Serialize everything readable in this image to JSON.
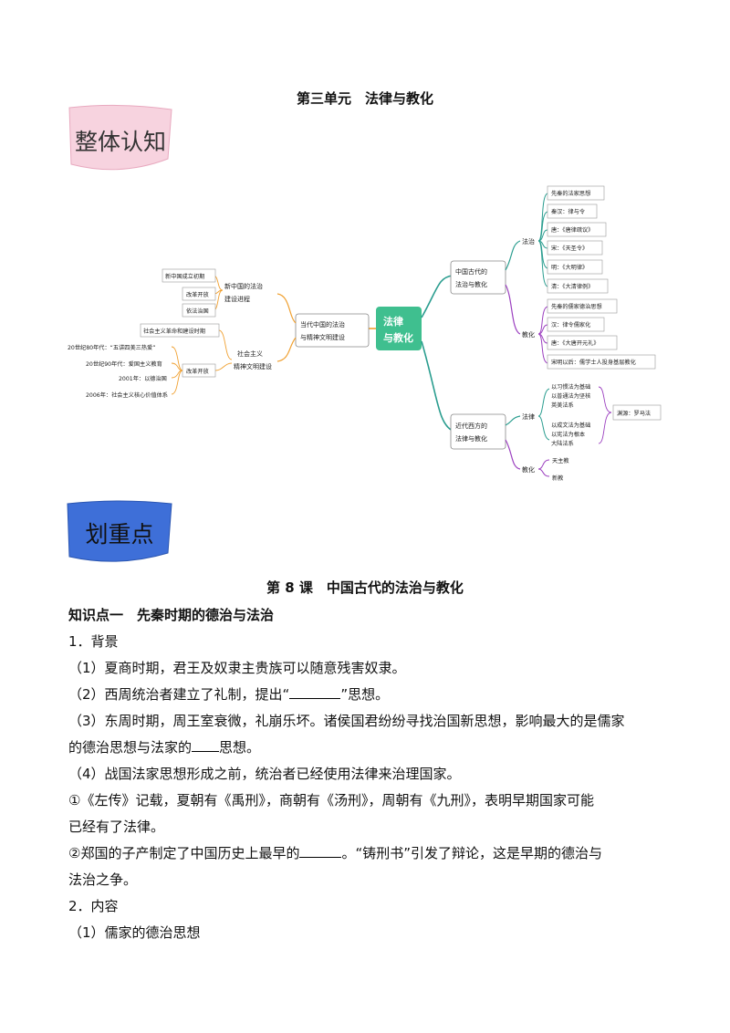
{
  "unit_title": "第三单元　法律与教化",
  "banners": {
    "overview": "整体认知",
    "keypoints": "划重点"
  },
  "mindmap": {
    "center": [
      "法律",
      "与教化"
    ],
    "ancient": {
      "label": [
        "中国古代的",
        "法治与教化"
      ],
      "fazhi": {
        "label": "法治",
        "items": [
          "先秦的法家思想",
          "秦汉：律与令",
          "唐：《唐律疏议》",
          "宋：《天圣令》",
          "明：《大明律》",
          "清：《大清律例》"
        ]
      },
      "jiaohua": {
        "label": "教化",
        "items": [
          "先秦的儒家德治思想",
          "汉：律令儒家化",
          "唐：《大唐开元礼》",
          "宋明以后：儒学士人投身基层教化"
        ]
      }
    },
    "western": {
      "label": [
        "近代西方的",
        "法律与教化"
      ],
      "falv": {
        "label": "法律",
        "items": [
          "以习惯法为基础",
          "以普通法为坚核",
          "英美法系",
          "以成文法为基础",
          "以宪法为根本",
          "大陆法系"
        ],
        "origin": "渊源：罗马法"
      },
      "jiaohua": {
        "label": "教化",
        "items": [
          "天主教",
          "新教"
        ]
      }
    },
    "contemporary": {
      "label": [
        "当代中国的法治",
        "与精神文明建设"
      ],
      "law": {
        "label": [
          "新中国的法治",
          "建设进程"
        ],
        "items": [
          "新中国成立初期",
          "改革开放",
          "依法治国"
        ]
      },
      "culture": {
        "label": [
          "社会主义",
          "精神文明建设"
        ],
        "early": "社会主义革命和建设时期",
        "reform": "改革开放",
        "items": [
          "20世纪80年代：“五讲四美三热爱”",
          "20世纪90年代：爱国主义教育",
          "2001年：以德治国",
          "2006年：社会主义核心价值体系"
        ]
      }
    }
  },
  "lesson_title": "第 8 课　中国古代的法治与教化",
  "content": {
    "kp1": "知识点一　先秦时期的德治与法治",
    "s1": "1．背景",
    "p1": "（1）夏商时期，君王及奴隶主贵族可以随意残害奴隶。",
    "p2a": "（2）西周统治者建立了礼制，提出“",
    "p2b": "”思想。",
    "p3a": "（3）东周时期，周王室衰微，礼崩乐坏。诸侯国君纷纷寻找治国新思想，影响最大的是儒家",
    "p3b": "的德治思想与法家的",
    "p3c": "思想。",
    "p4": "（4）战国法家思想形成之前，统治者已经使用法律来治理国家。",
    "p5a": "①《左传》记载，夏朝有《禹刑》，商朝有《汤刑》，周朝有《九刑》，表明早期国家可能",
    "p5b": "已经有了法律。",
    "p6a": "②郑国的子产制定了中国历史上最早的",
    "p6b": "。“铸刑书”引发了辩论，这是早期的德治与",
    "p6c": "法治之争。",
    "s2": "2．内容",
    "p7": "（1）儒家的德治思想"
  },
  "colors": {
    "center": "#3fbf8f",
    "ancient_line": "#2a9d8f",
    "fazhi_line": "#2a9d8f",
    "jiaohua_line": "#9b3fbf",
    "western_line": "#2a9d8f",
    "contemporary_line": "#f0a030",
    "pink_banner": "#f7d3df",
    "blue_banner": "#3e6fd8"
  }
}
